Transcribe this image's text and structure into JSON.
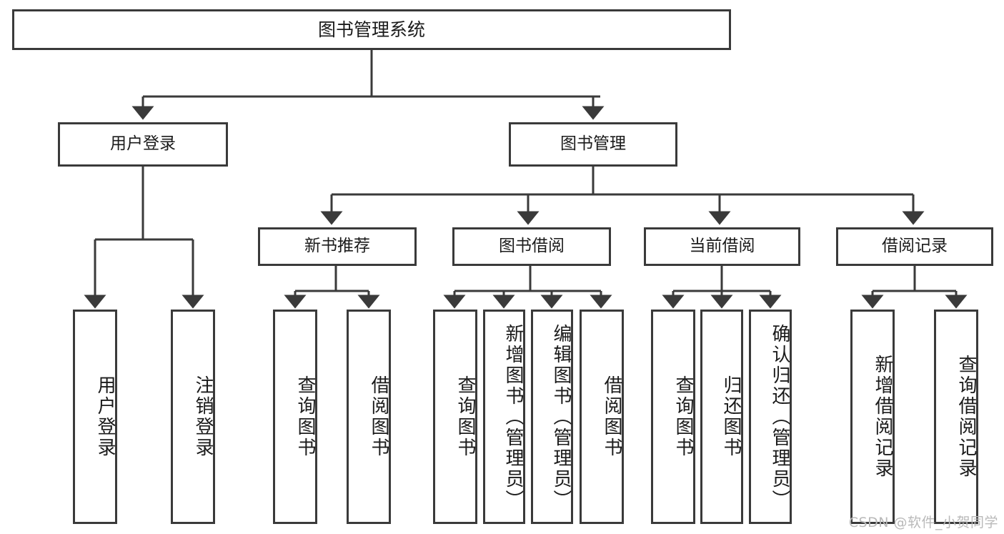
{
  "diagram": {
    "title": "图书管理系统",
    "type": "tree",
    "watermark": "CSDN @软件_小贺同学",
    "colors": {
      "box_border": "#3a3a3a",
      "box_fill": "#ffffff",
      "link": "#3a3a3a",
      "text": "#1b1b1b",
      "watermark": "#b9b9b9",
      "background": "#ffffff"
    },
    "root": {
      "label": "图书管理系统"
    },
    "level2": [
      {
        "id": "user-login",
        "label": "用户登录"
      },
      {
        "id": "book-manage",
        "label": "图书管理"
      }
    ],
    "level3": [
      {
        "id": "new-book-recommend",
        "label": "新书推荐",
        "parent": "book-manage"
      },
      {
        "id": "book-borrow",
        "label": "图书借阅",
        "parent": "book-manage"
      },
      {
        "id": "current-borrow",
        "label": "当前借阅",
        "parent": "book-manage"
      },
      {
        "id": "borrow-record",
        "label": "借阅记录",
        "parent": "book-manage"
      }
    ],
    "leaves": [
      {
        "id": "leaf-user-login",
        "label": "用户登录",
        "parent": "user-login"
      },
      {
        "id": "leaf-logout-login",
        "label": "注销登录",
        "parent": "user-login"
      },
      {
        "id": "leaf-query-book-1",
        "label": "查询图书",
        "parent": "new-book-recommend"
      },
      {
        "id": "leaf-borrow-book-1",
        "label": "借阅图书",
        "parent": "new-book-recommend"
      },
      {
        "id": "leaf-query-book-2",
        "label": "查询图书",
        "parent": "book-borrow"
      },
      {
        "id": "leaf-add-book",
        "label": "新增图书（管理员）",
        "parent": "book-borrow"
      },
      {
        "id": "leaf-edit-book",
        "label": "编辑图书（管理员）",
        "parent": "book-borrow"
      },
      {
        "id": "leaf-borrow-book-2",
        "label": "借阅图书",
        "parent": "book-borrow"
      },
      {
        "id": "leaf-query-book-3",
        "label": "查询图书",
        "parent": "current-borrow"
      },
      {
        "id": "leaf-return-book",
        "label": "归还图书",
        "parent": "current-borrow"
      },
      {
        "id": "leaf-confirm-return",
        "label": "确认归还（管理员）",
        "parent": "current-borrow"
      },
      {
        "id": "leaf-add-record",
        "label": "新增借阅记录",
        "parent": "borrow-record"
      },
      {
        "id": "leaf-query-record",
        "label": "查询借阅记录",
        "parent": "borrow-record"
      }
    ]
  }
}
